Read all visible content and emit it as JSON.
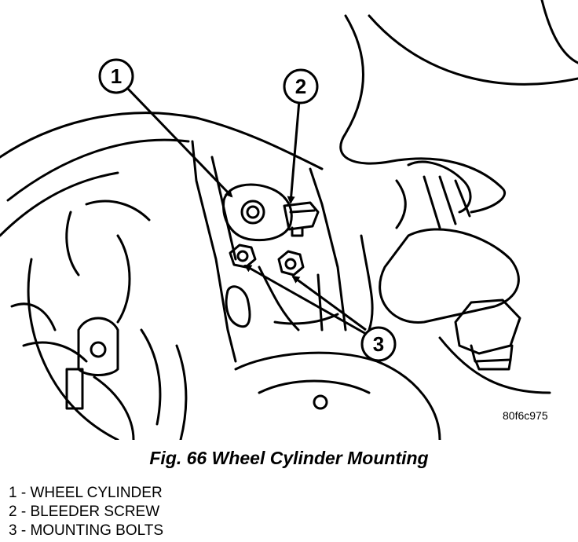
{
  "image_code": "80f6c975",
  "caption": "Fig. 66 Wheel Cylinder Mounting",
  "callouts": [
    {
      "number": "1"
    },
    {
      "number": "2"
    },
    {
      "number": "3"
    }
  ],
  "legend": [
    "1 - WHEEL CYLINDER",
    "2 - BLEEDER SCREW",
    "3 - MOUNTING BOLTS"
  ]
}
